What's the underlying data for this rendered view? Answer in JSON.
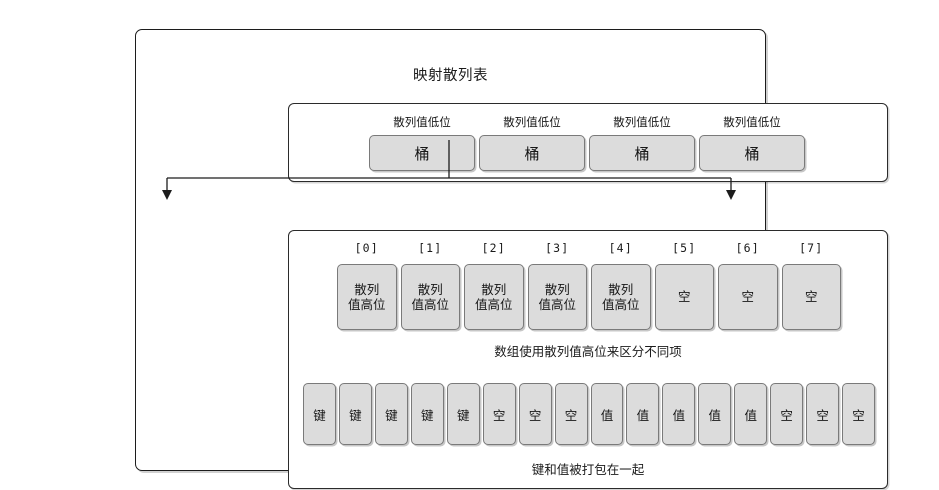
{
  "diagram": {
    "title": "映射散列表",
    "colors": {
      "cell_fill": "#dcdcdc",
      "cell_border": "#7a7a7a",
      "frame_border": "#1c1c1c",
      "panel_border": "#2b2b2b",
      "background": "#ffffff",
      "text": "#1a1a1a"
    },
    "bucket_section": {
      "labels": [
        "散列值低位",
        "散列值低位",
        "散列值低位",
        "散列值低位"
      ],
      "cells": [
        "桶",
        "桶",
        "桶",
        "桶"
      ]
    },
    "array_section": {
      "indices": [
        "[0]",
        "[1]",
        "[2]",
        "[3]",
        "[4]",
        "[5]",
        "[6]",
        "[7]"
      ],
      "cells": [
        {
          "line1": "散列",
          "line2": "值高位"
        },
        {
          "line1": "散列",
          "line2": "值高位"
        },
        {
          "line1": "散列",
          "line2": "值高位"
        },
        {
          "line1": "散列",
          "line2": "值高位"
        },
        {
          "line1": "散列",
          "line2": "值高位"
        },
        {
          "line1": "空",
          "line2": ""
        },
        {
          "line1": "空",
          "line2": ""
        },
        {
          "line1": "空",
          "line2": ""
        }
      ],
      "caption": "数组使用散列值高位来区分不同项"
    },
    "kv_section": {
      "cells": [
        "键",
        "键",
        "键",
        "键",
        "键",
        "空",
        "空",
        "空",
        "值",
        "值",
        "值",
        "值",
        "值",
        "空",
        "空",
        "空"
      ],
      "caption": "键和值被打包在一起"
    }
  }
}
